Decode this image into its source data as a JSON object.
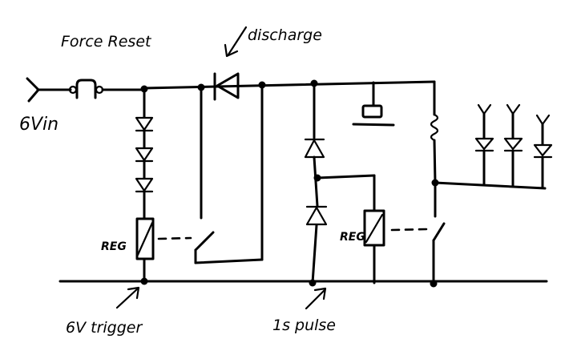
{
  "labels": {
    "force_reset": "Force Reset",
    "discharge": "discharge",
    "input": "6Vin",
    "trigger": "6V trigger",
    "pulse": "1s pulse",
    "relay_left": "REG",
    "relay_right": "REG"
  }
}
